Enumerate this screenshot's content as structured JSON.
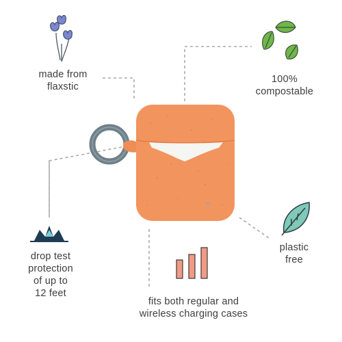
{
  "callouts": {
    "made_from": {
      "line1": "made from",
      "line2": "flaxstic"
    },
    "compostable": {
      "line1": "100%",
      "line2": "compostable"
    },
    "drop_test": {
      "line1": "drop test",
      "line2": "protection",
      "line3": "of up to",
      "line4": "12 feet"
    },
    "plastic_free": {
      "line1": "plastic",
      "line2": "free"
    },
    "charging": {
      "line1": "fits both regular and",
      "line2": "wireless charging cases"
    }
  },
  "icons": {
    "flower": "flower-icon",
    "leaves": "recycle-leaves-icon",
    "impact": "impact-splash-icon",
    "leaf": "leaf-icon",
    "signal_bars": "signal-bars-icon"
  },
  "colors": {
    "case_orange": "#f2945e",
    "case_orange_dark": "#e5824b",
    "ring_gray": "#6f8089",
    "leaf_green": "#6fb74a",
    "leaf_teal": "#7fc9b8",
    "flower_blue": "#7d86d6",
    "impact_navy": "#1e3d55",
    "bars_salmon": "#f19a85",
    "dashed_line": "#a8a8a8"
  }
}
